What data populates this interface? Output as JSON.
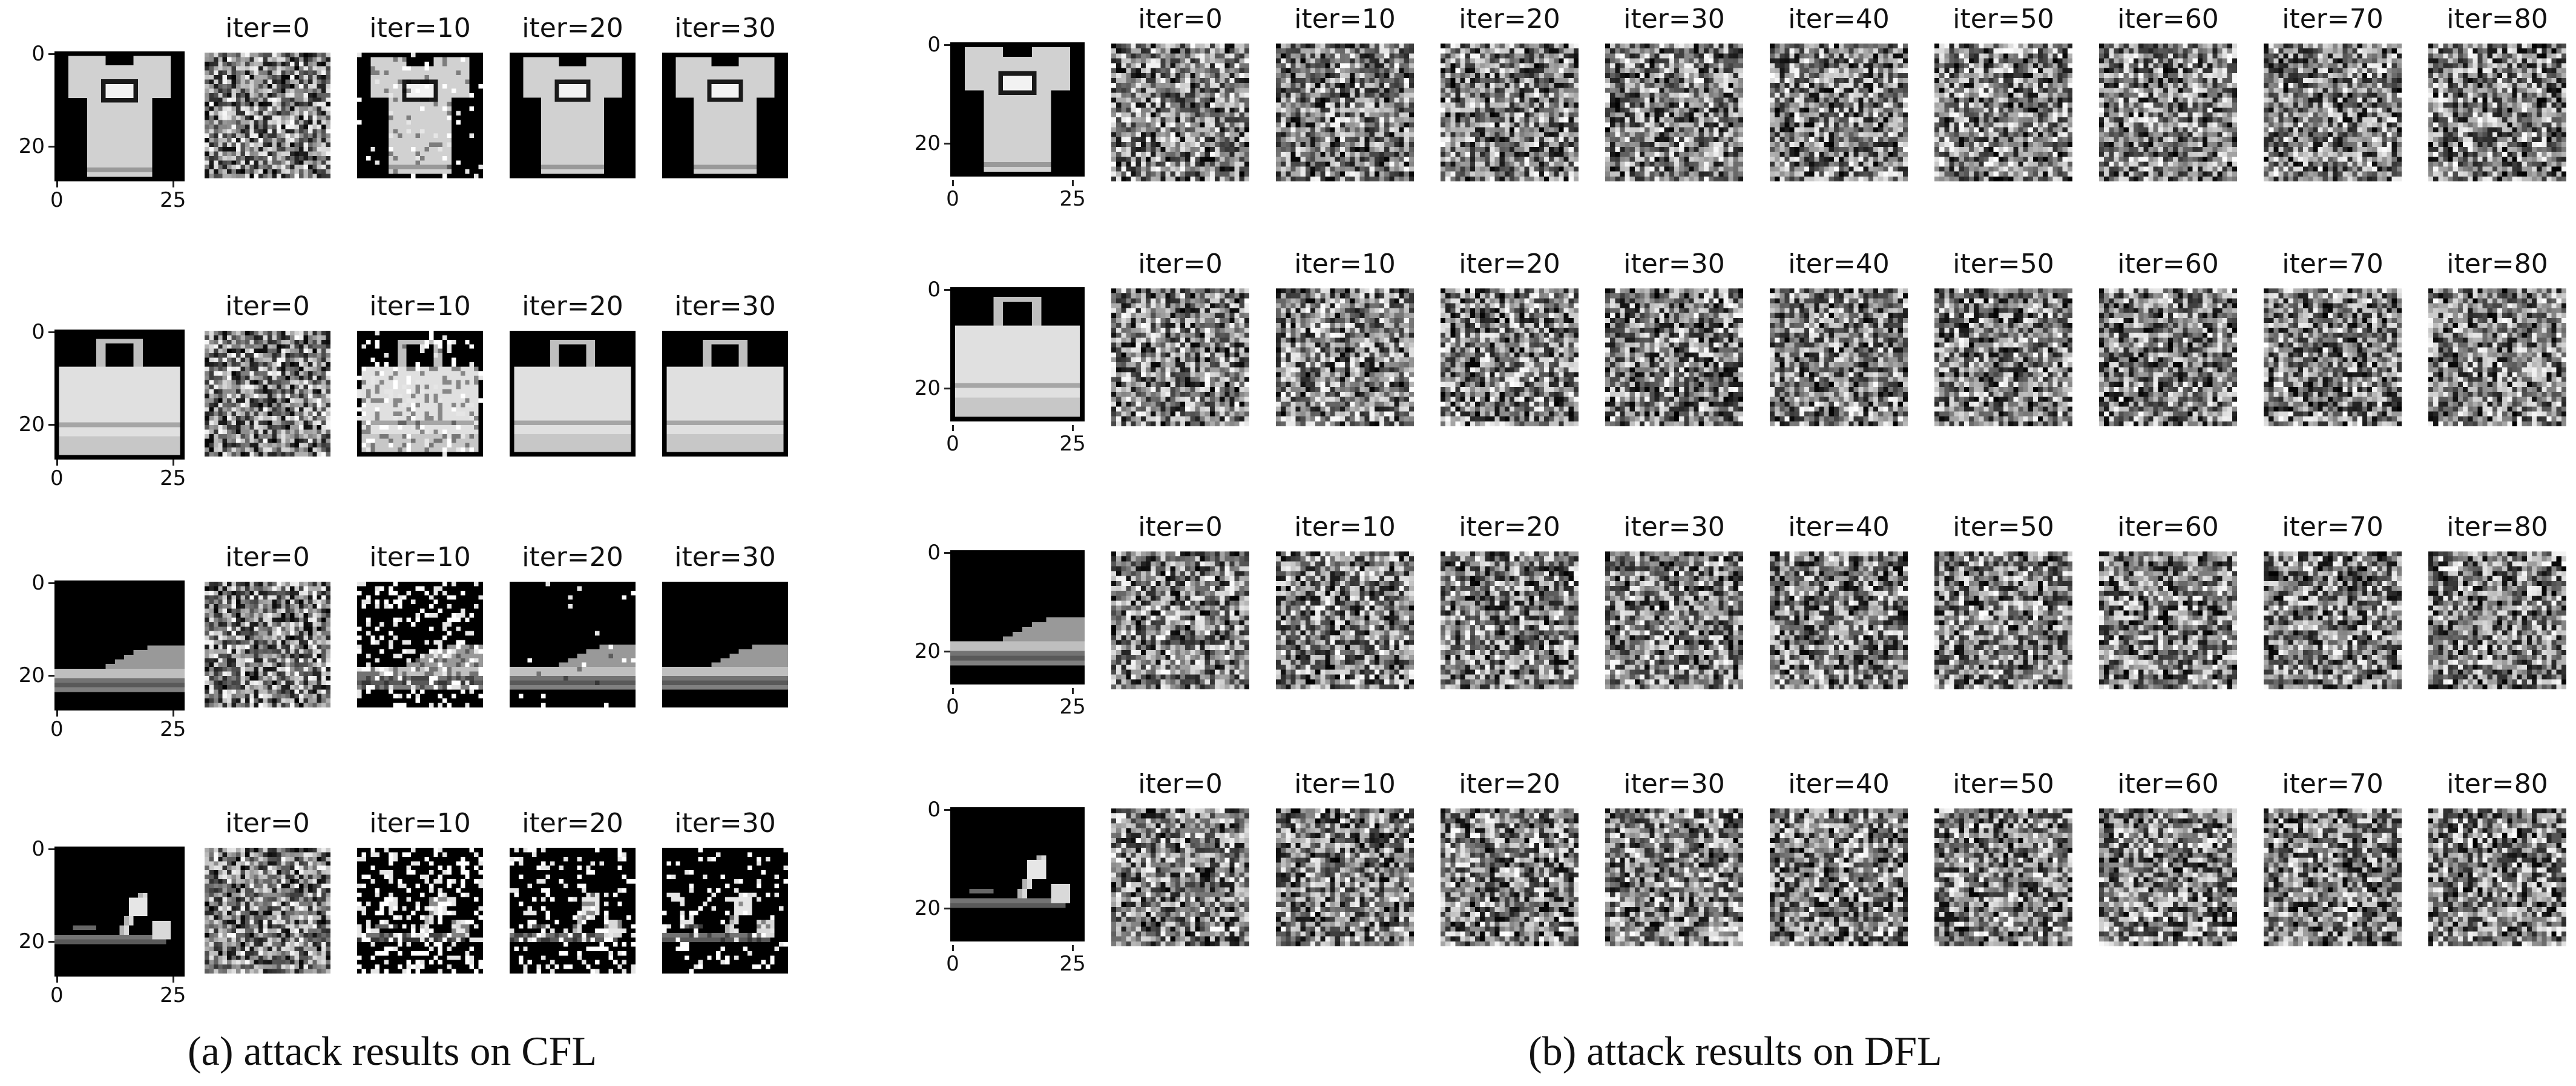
{
  "panels": [
    {
      "id": "cfl",
      "caption": "(a) attack results on CFL",
      "iterations": [
        "iter=0",
        "iter=10",
        "iter=20",
        "iter=30"
      ],
      "rows": [
        {
          "item": "tshirt",
          "y_ticks": [
            "0",
            "20"
          ],
          "x_ticks": [
            "0",
            "25"
          ],
          "reconstruction_quality": [
            0.0,
            0.85,
            1.0,
            1.0
          ]
        },
        {
          "item": "bag",
          "y_ticks": [
            "0",
            "20"
          ],
          "x_ticks": [
            "0",
            "25"
          ],
          "reconstruction_quality": [
            0.0,
            0.7,
            1.0,
            1.0
          ]
        },
        {
          "item": "sneaker",
          "y_ticks": [
            "0",
            "20"
          ],
          "x_ticks": [
            "0",
            "25"
          ],
          "reconstruction_quality": [
            0.0,
            0.45,
            0.95,
            1.0
          ]
        },
        {
          "item": "sandal",
          "y_ticks": [
            "0",
            "20"
          ],
          "x_ticks": [
            "0",
            "25"
          ],
          "reconstruction_quality": [
            0.0,
            0.3,
            0.55,
            0.7
          ]
        }
      ]
    },
    {
      "id": "dfl",
      "caption": "(b) attack results on DFL",
      "iterations": [
        "iter=0",
        "iter=10",
        "iter=20",
        "iter=30",
        "iter=40",
        "iter=50",
        "iter=60",
        "iter=70",
        "iter=80"
      ],
      "rows": [
        {
          "item": "tshirt",
          "y_ticks": [
            "0",
            "20"
          ],
          "x_ticks": [
            "0",
            "25"
          ],
          "reconstruction_quality": [
            0,
            0,
            0,
            0,
            0,
            0,
            0,
            0,
            0
          ]
        },
        {
          "item": "bag",
          "y_ticks": [
            "0",
            "20"
          ],
          "x_ticks": [
            "0",
            "25"
          ],
          "reconstruction_quality": [
            0,
            0,
            0,
            0,
            0,
            0,
            0,
            0,
            0
          ]
        },
        {
          "item": "sneaker",
          "y_ticks": [
            "0",
            "20"
          ],
          "x_ticks": [
            "0",
            "25"
          ],
          "reconstruction_quality": [
            0,
            0,
            0,
            0,
            0,
            0,
            0,
            0,
            0
          ]
        },
        {
          "item": "sandal",
          "y_ticks": [
            "0",
            "20"
          ],
          "x_ticks": [
            "0",
            "25"
          ],
          "reconstruction_quality": [
            0,
            0,
            0,
            0,
            0,
            0,
            0,
            0,
            0
          ]
        }
      ]
    }
  ]
}
